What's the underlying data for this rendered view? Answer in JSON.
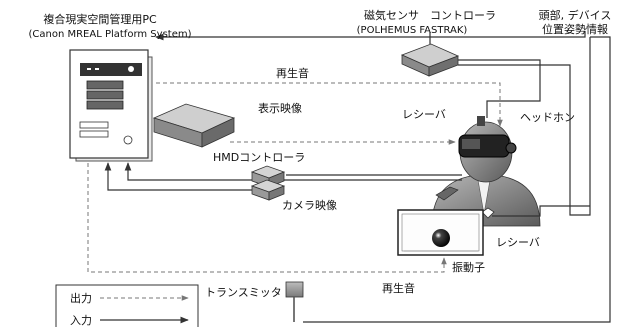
{
  "pc": {
    "title": "複合現実空間管理用PC",
    "subtitle": "(Canon MREAL Platform System)"
  },
  "magnetic": {
    "title": "磁気センサ　コントローラ",
    "subtitle": "(POLHEMUS FASTRAK)"
  },
  "head_info": {
    "line1": "頭部, デバイス",
    "line2": "位置姿勢情報"
  },
  "labels": {
    "playback_top": "再生音",
    "display_video": "表示映像",
    "receiver_head": "レシーバ",
    "headphone": "ヘッドホン",
    "hmd_controller": "HMDコントローラ",
    "camera_video": "カメラ映像",
    "receiver_device": "レシーバ",
    "vibrator": "振動子",
    "transmitter": "トランスミッタ",
    "playback_bottom": "再生音"
  },
  "legend": {
    "output": "出力",
    "input": "入力"
  }
}
